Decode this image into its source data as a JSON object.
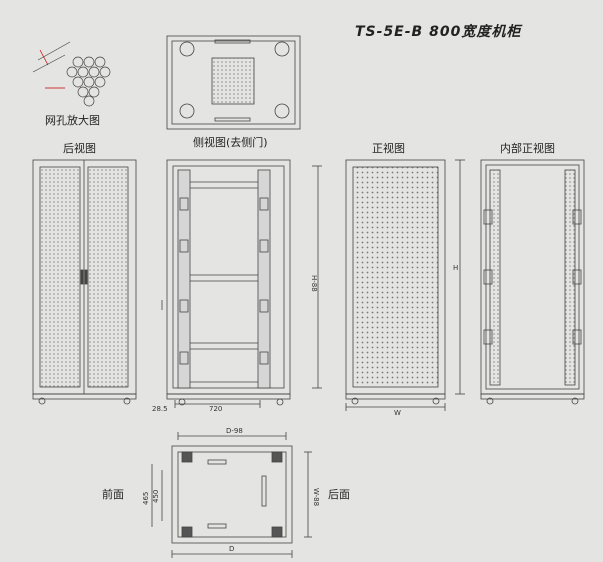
{
  "title": "TS-5E-B 800宽度机柜",
  "labels": {
    "mesh_detail": "网孔放大图",
    "back_view": "后视图",
    "side_view": "侧视图(去侧门)",
    "front_view": "正视图",
    "inner_front_view": "内部正视图",
    "front": "前面",
    "back": "后面"
  },
  "dimensions": {
    "h_88": "H-88",
    "h": "H",
    "w": "W",
    "d_98": "D-98",
    "d": "D",
    "w_88": "W-88",
    "side_depth": "720",
    "side_offset": "28.5",
    "base_465": "465",
    "base_450": "450"
  }
}
